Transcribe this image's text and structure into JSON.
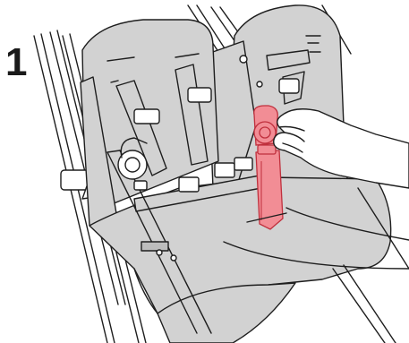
{
  "step": {
    "number": "1"
  },
  "colors": {
    "seat_fill": "#d2d2d2",
    "seat_shade": "#bdbdbd",
    "frame_fill": "#ffffff",
    "outline": "#1e1e1e",
    "highlight_fill": "#f28d95",
    "highlight_outline": "#c0303d",
    "hand_fill": "#ffffff"
  },
  "illustration": {
    "subject": "twin-stroller-seat-harness",
    "highlighted_part": "crotch-strap-buckle",
    "icons": [
      "stroller-seat-icon",
      "hand-icon",
      "harness-buckle-icon",
      "crotch-strap-icon"
    ]
  }
}
